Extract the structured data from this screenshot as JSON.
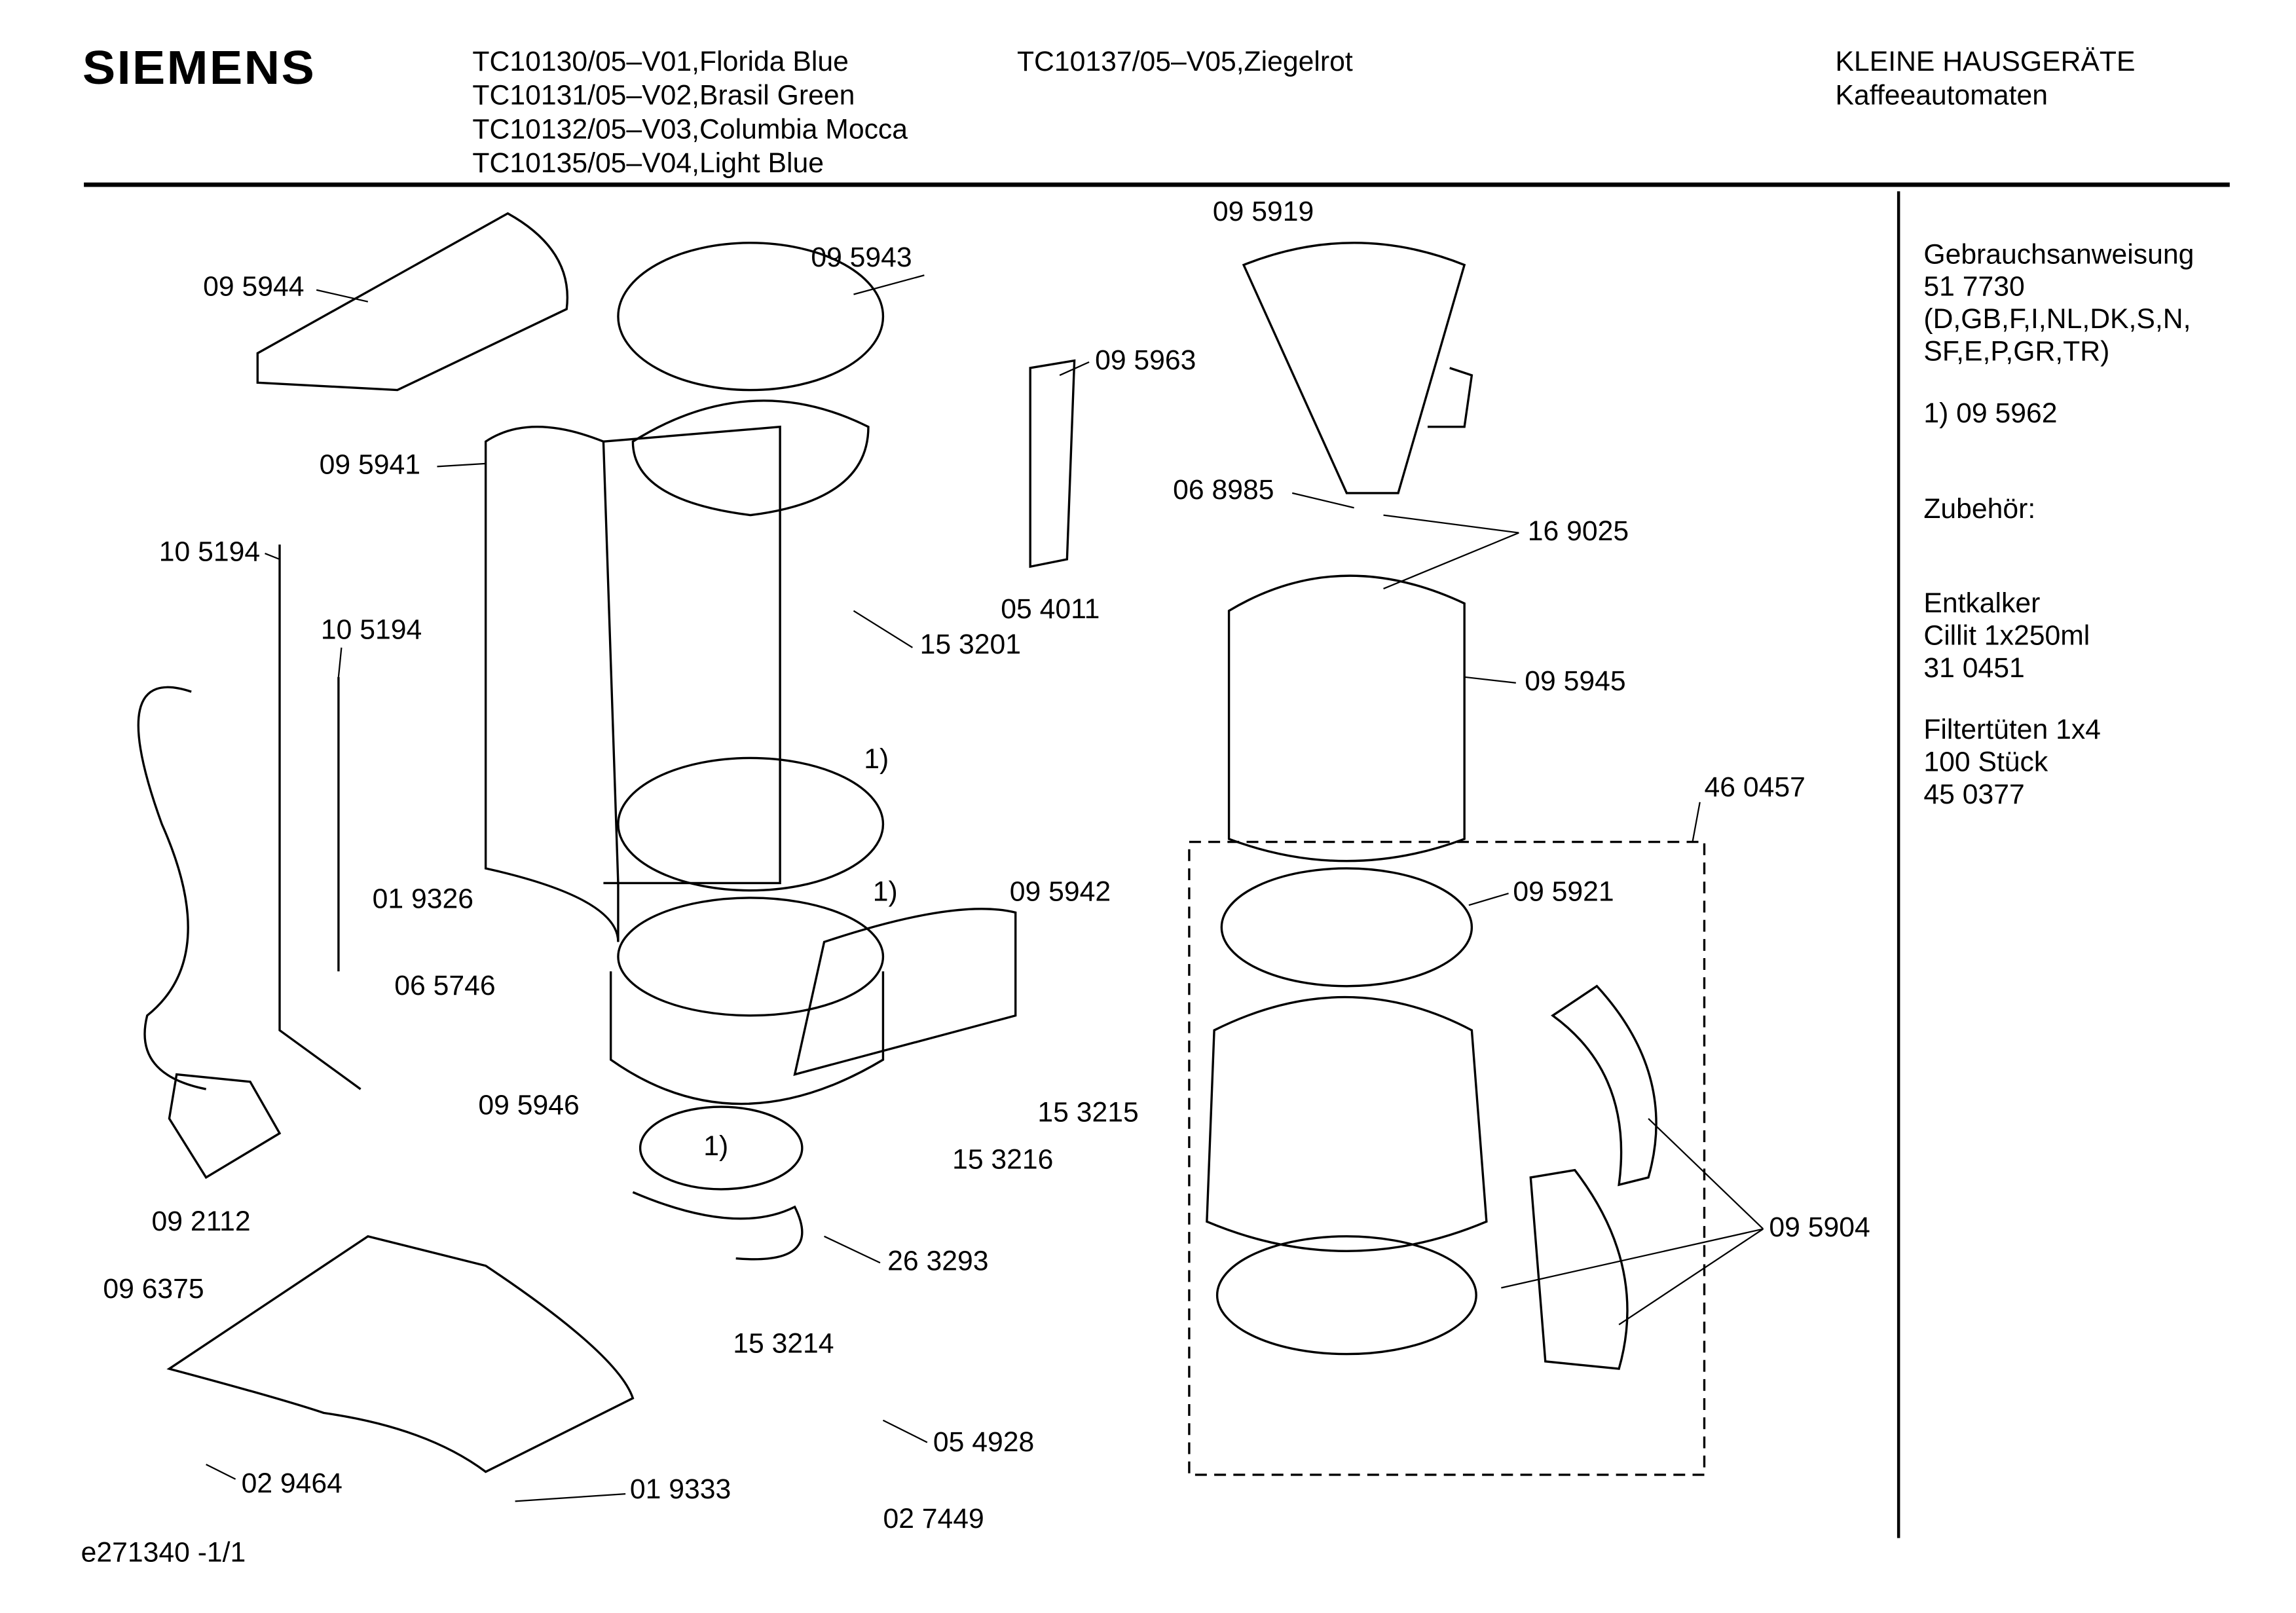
{
  "header": {
    "brand": "SIEMENS",
    "models_col1": [
      "TC10130/05–V01,Florida Blue",
      "TC10131/05–V02,Brasil Green",
      "TC10132/05–V03,Columbia Mocca",
      "TC10135/05–V04,Light Blue"
    ],
    "models_col2": [
      "TC10137/05–V05,Ziegelrot"
    ],
    "category": "KLEINE HAUSGERÄTE",
    "subcategory": "Kaffeeautomaten"
  },
  "side_panel": {
    "manual_title": "Gebrauchsanweisung",
    "manual_number": "51 7730",
    "manual_langs_1": "(D,GB,F,I,NL,DK,S,N,",
    "manual_langs_2": "SF,E,P,GR,TR)",
    "footnote": "1)  09 5962",
    "accessories": "Zubehör:",
    "descaler_1": "Entkalker",
    "descaler_2": "Cillit 1x250ml",
    "descaler_3": "31 0451",
    "filter_1": "Filtertüten 1x4",
    "filter_2": "100 Stück",
    "filter_3": "45 0377"
  },
  "labels": {
    "p095944": "09 5944",
    "p095943": "09 5943",
    "p095963": "09 5963",
    "p095941": "09 5941",
    "p105194a": "10 5194",
    "p105194b": "10 5194",
    "p054011": "05 4011",
    "p153201": "15 3201",
    "fn1a": "1)",
    "fn1b": "1)",
    "fn1c": "1)",
    "p095942": "09 5942",
    "p019326": "01 9326",
    "p065746": "06 5746",
    "p095946": "09 5946",
    "p153215": "15 3215",
    "p153216": "15 3216",
    "p092112": "09 2112",
    "p263293": "26 3293",
    "p096375": "09 6375",
    "p153214": "15 3214",
    "p054928": "05 4928",
    "p029464": "02 9464",
    "p019333": "01 9333",
    "p027449": "02 7449",
    "p095919": "09 5919",
    "p068985": "06 8985",
    "p169025": "16 9025",
    "p095945": "09 5945",
    "p460457": "46 0457",
    "p095921": "09 5921",
    "p095904": "09 5904"
  },
  "footer": {
    "drawing_id": "e271340 -1/1"
  }
}
